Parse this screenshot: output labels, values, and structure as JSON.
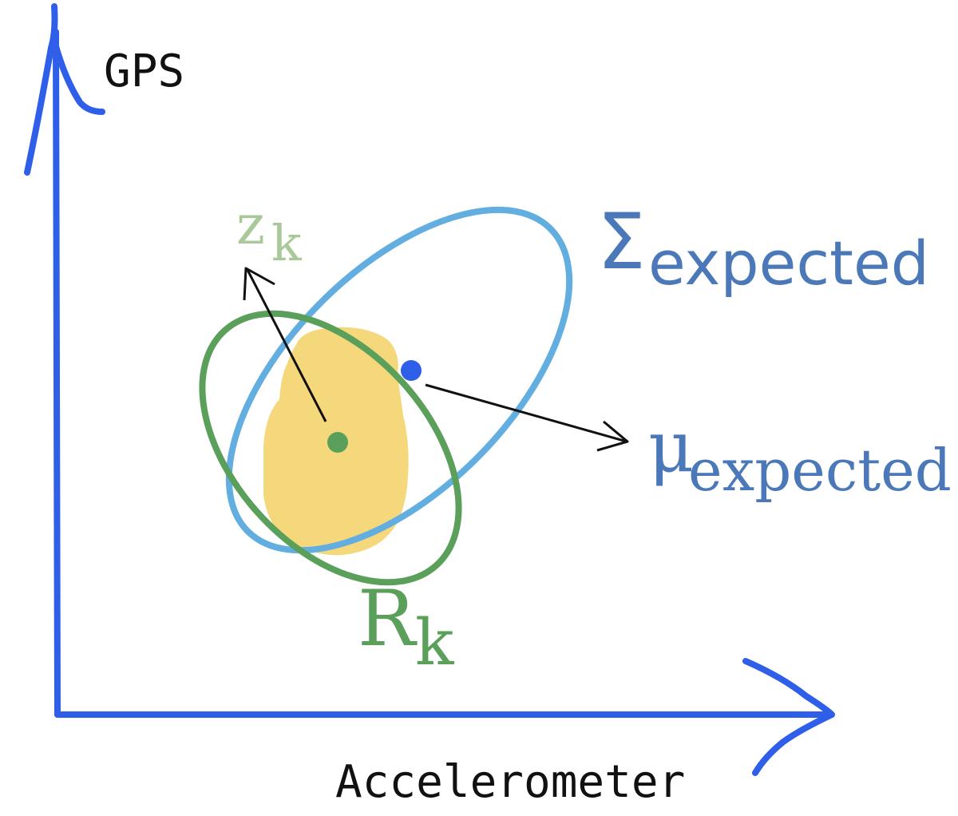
{
  "axes": {
    "y_label": "GPS",
    "x_label": "Accelerometer"
  },
  "labels": {
    "z_main": "z",
    "z_sub": "k",
    "r_main": "R",
    "r_sub": "k",
    "sigma_main": "Σ",
    "sigma_sub": "expected",
    "mu_main": "μ",
    "mu_sub": "expected"
  },
  "colors": {
    "axis": "#2f5fe8",
    "green_ellipse": "#5aa05a",
    "blue_ellipse": "#62aee0",
    "overlap_fill": "#f5d77c",
    "z_label": "#a9c99a",
    "r_label": "#5aa05a",
    "expected_label": "#4a78b8",
    "mean_point": "#2f5fe8",
    "measurement_point": "#5aa05a",
    "arrow": "#111111"
  }
}
